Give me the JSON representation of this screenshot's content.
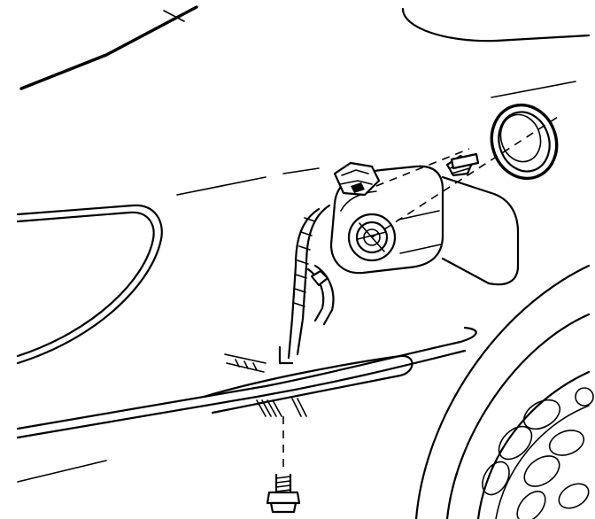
{
  "figure": {
    "kind": "line-art exploded view",
    "components": [
      "fuel-door-housing",
      "seal-grommet",
      "retaining-clip",
      "mounting-bolt",
      "fuel-filler-neck",
      "quarter-panel-body-line",
      "rear-wheel"
    ],
    "colors": {
      "ink": "#000000",
      "paper": "#ffffff"
    }
  }
}
